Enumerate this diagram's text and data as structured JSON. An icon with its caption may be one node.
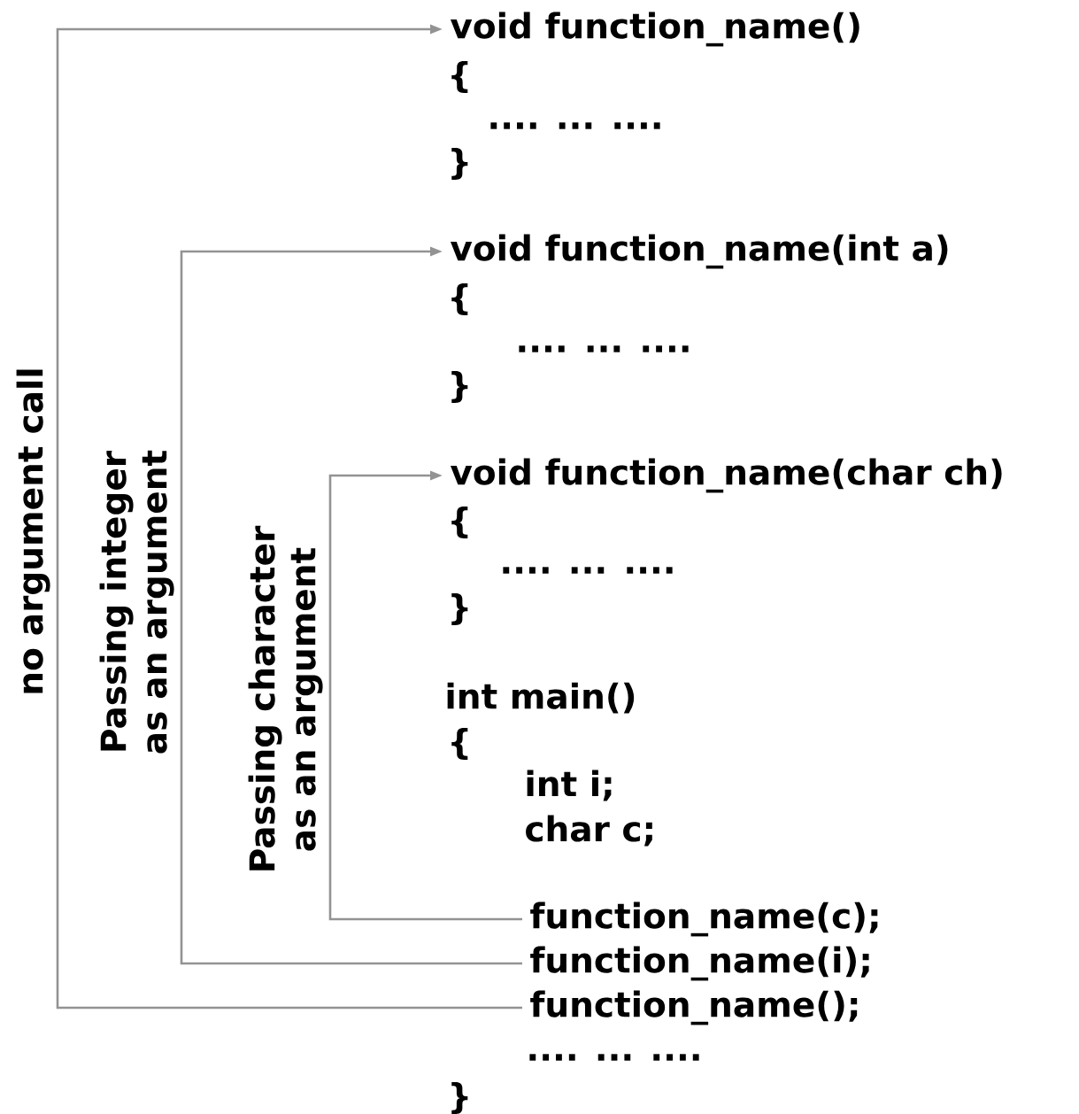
{
  "diagram": {
    "nodes": [
      {
        "text": [
          "void  function_name()"
        ]
      },
      {
        "text": [
          "void  function_name(int a)"
        ]
      },
      {
        "text": [
          "void function_name(char ch)"
        ]
      },
      {
        "text": [
          "function_name(c);"
        ]
      },
      {
        "text": [
          "function_name(i);"
        ]
      },
      {
        "text": [
          "function_name();"
        ]
      }
    ],
    "edges": [
      {
        "from": 5,
        "to": 0,
        "arrow": "to",
        "label": "no argument call"
      },
      {
        "from": 4,
        "to": 1,
        "arrow": "to",
        "label": "Passing integer as an argument"
      },
      {
        "from": 3,
        "to": 2,
        "arrow": "to",
        "label": "Passing character as an argument"
      }
    ],
    "labels": [
      "{",
      ".... ... ....",
      "}",
      "{",
      ".... ... ....",
      "}",
      "{",
      ".... ... ....",
      "}",
      "int main()",
      "{",
      "int i;",
      "char c;",
      ".... ... ....",
      "}"
    ]
  }
}
